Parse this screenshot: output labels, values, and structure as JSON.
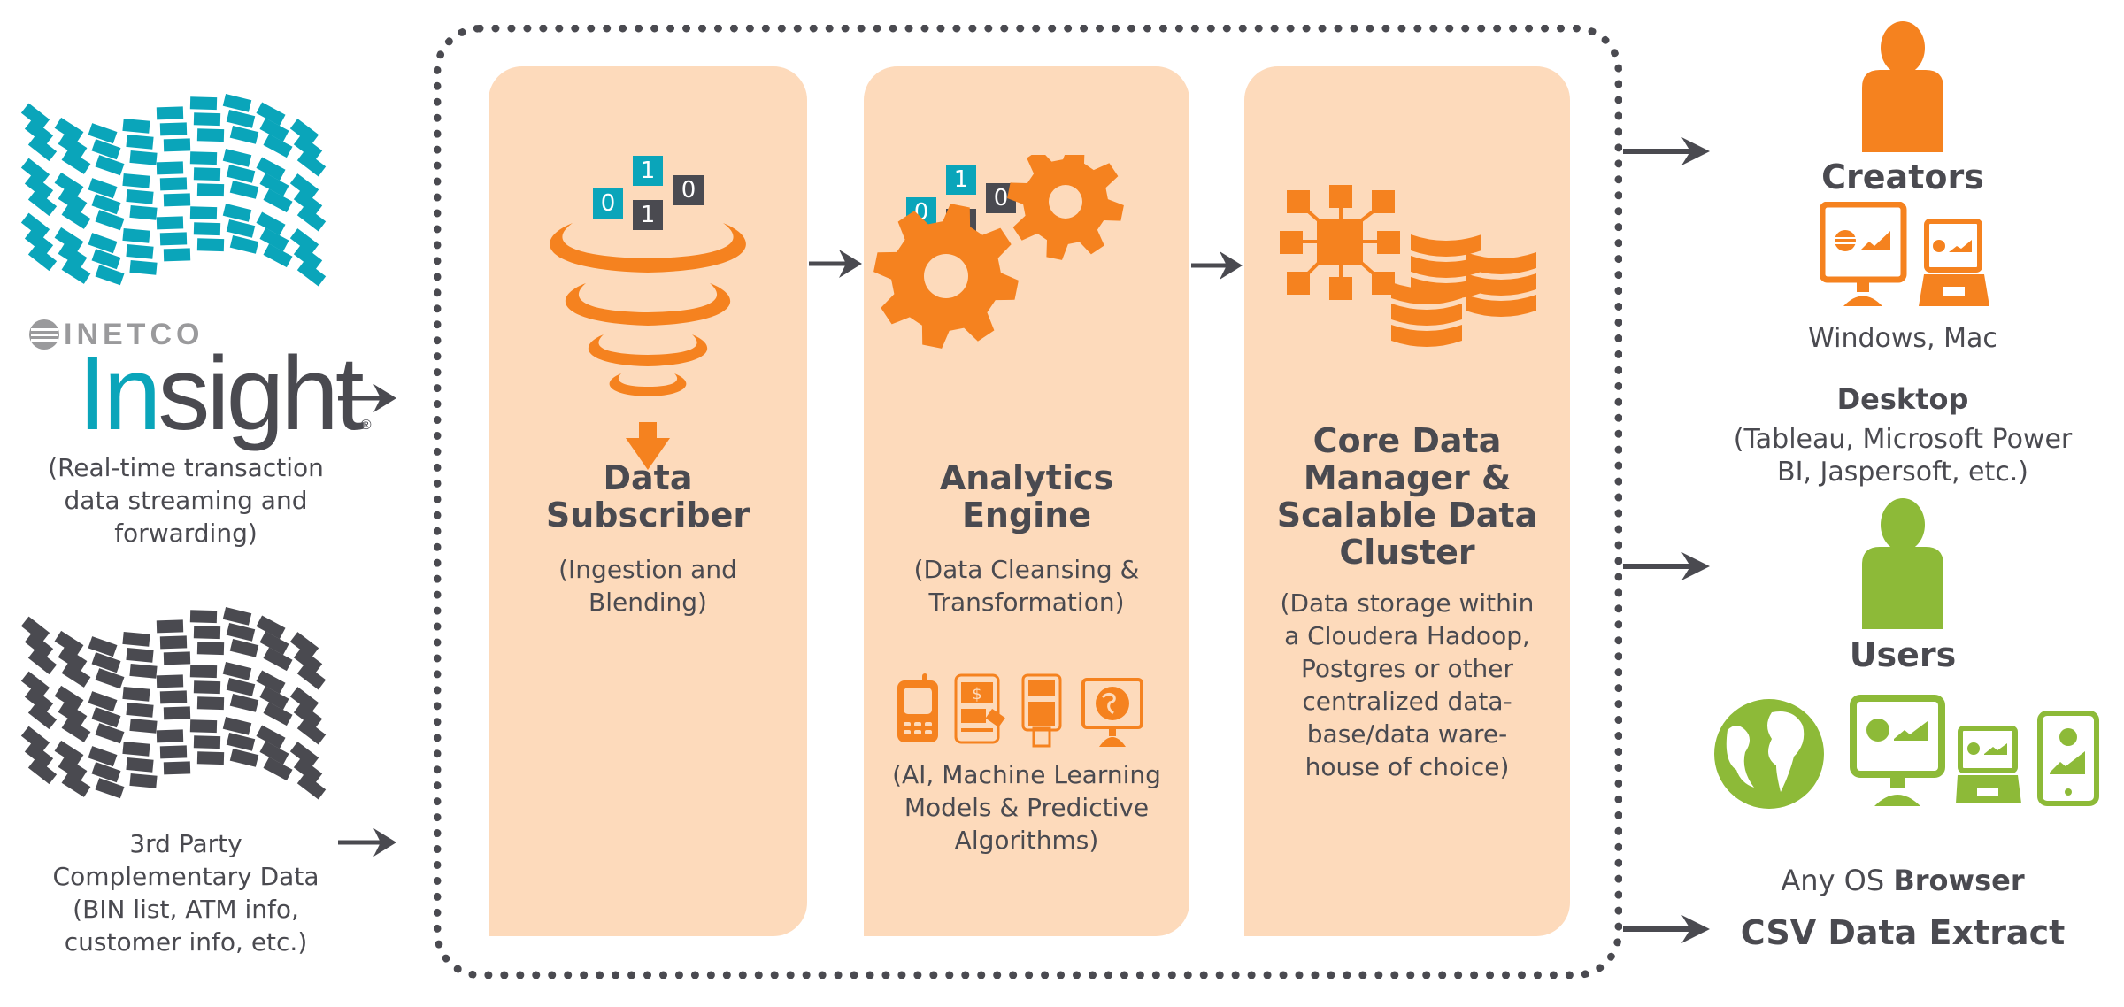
{
  "colors": {
    "orange": "#F5821F",
    "peach": "#FDDABB",
    "dark_gray": "#4A4A50",
    "teal": "#0AA5BA",
    "green": "#8DBA38",
    "logo_gray": "#9A9A9C"
  },
  "inputs": {
    "inetco": {
      "brand": "INETCO",
      "product_prefix": "In",
      "product_suffix": "sight",
      "registered": "®",
      "description": "(Real-time transaction\ndata streaming and\nforwarding)",
      "icon": "binary-data-wave-icon"
    },
    "third_party": {
      "description": "3rd Party\nComplementary Data\n(BIN list, ATM info,\ncustomer info, etc.)",
      "icon": "binary-data-wave-icon"
    }
  },
  "pipeline": [
    {
      "title": "Data\nSubscriber",
      "subtitle": "(Ingestion and\nBlending)",
      "icon": "funnel-tornado-icon",
      "bits": [
        "0",
        "1",
        "1",
        "0"
      ]
    },
    {
      "title": "Analytics\nEngine",
      "subtitle": "(Data Cleansing &\nTransformation)",
      "icon": "gears-icon",
      "bits": [
        "0",
        "1",
        "1",
        "0"
      ],
      "device_icons": [
        "mobile-phone-icon",
        "atm-icon",
        "pos-terminal-icon",
        "web-monitor-icon"
      ],
      "secondary_subtitle": "(AI, Machine Learning\nModels & Predictive\nAlgorithms)"
    },
    {
      "title": "Core Data\nManager &\nScalable Data\nCluster",
      "subtitle": "(Data storage within\na Cloudera Hadoop,\nPostgres or other\ncentralized data-\nbase/data ware-\nhouse of choice)",
      "icon": "network-database-icon"
    }
  ],
  "outputs": {
    "creators": {
      "title": "Creators",
      "platforms": "Windows, Mac",
      "section_title": "Desktop",
      "tools": "(Tableau, Microsoft Power\nBI, Jaspersoft, etc.)"
    },
    "users": {
      "title": "Users",
      "platform_prefix": "Any OS ",
      "platform_bold": "Browser"
    },
    "csv": {
      "title": "CSV Data Extract"
    }
  }
}
